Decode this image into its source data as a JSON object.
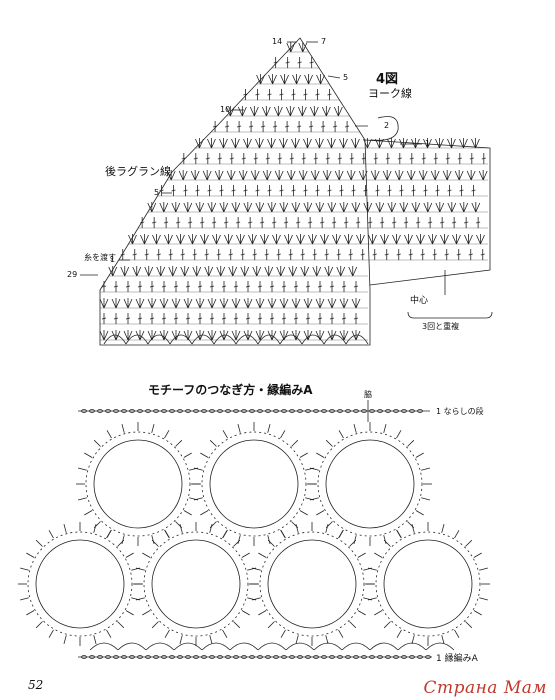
{
  "figure4": {
    "title": "4図",
    "yoke_line": "ヨーク線",
    "back_raglan": "後ラグラン線",
    "yarn_join": "糸を渡す",
    "center": "中心",
    "overlap_note": "3回と重複",
    "row_numbers": [
      "14",
      "7",
      "5",
      "10",
      "2",
      "1",
      "5",
      "1",
      "29"
    ]
  },
  "motif": {
    "title": "モチーフのつなぎ方・縁編みA",
    "side_label": "脇",
    "row1_label": "1 ならしの段",
    "edge_label": "1 縁編みA"
  },
  "page_number": "52",
  "watermark": "Страна Мам"
}
